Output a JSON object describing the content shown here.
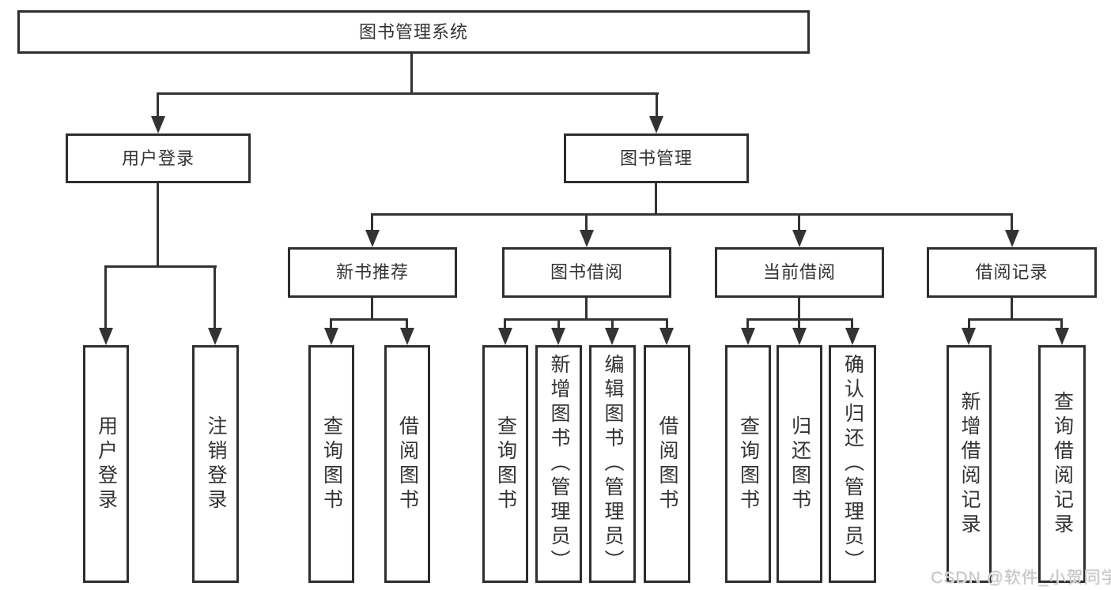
{
  "diagram": {
    "root": {
      "label": "图书管理系统"
    },
    "branches": {
      "user": {
        "label": "用户登录",
        "children": [
          {
            "label": "用户登录"
          },
          {
            "label": "注销登录"
          }
        ]
      },
      "book": {
        "label": "图书管理",
        "groups": [
          {
            "label": "新书推荐",
            "children": [
              {
                "label": "查询图书"
              },
              {
                "label": "借阅图书"
              }
            ]
          },
          {
            "label": "图书借阅",
            "children": [
              {
                "label": "查询图书"
              },
              {
                "label": "新增图书（管理员）"
              },
              {
                "label": "编辑图书（管理员）"
              },
              {
                "label": "借阅图书"
              }
            ]
          },
          {
            "label": "当前借阅",
            "children": [
              {
                "label": "查询图书"
              },
              {
                "label": "归还图书"
              },
              {
                "label": "确认归还（管理员）"
              }
            ]
          },
          {
            "label": "借阅记录",
            "children": [
              {
                "label": "新增借阅记录"
              },
              {
                "label": "查询借阅记录"
              }
            ]
          }
        ]
      }
    },
    "watermark": "CSDN @软件_小贺同学",
    "colors": {
      "line": "#333333",
      "text": "#333333",
      "watermark": "#c6c6c6"
    }
  }
}
